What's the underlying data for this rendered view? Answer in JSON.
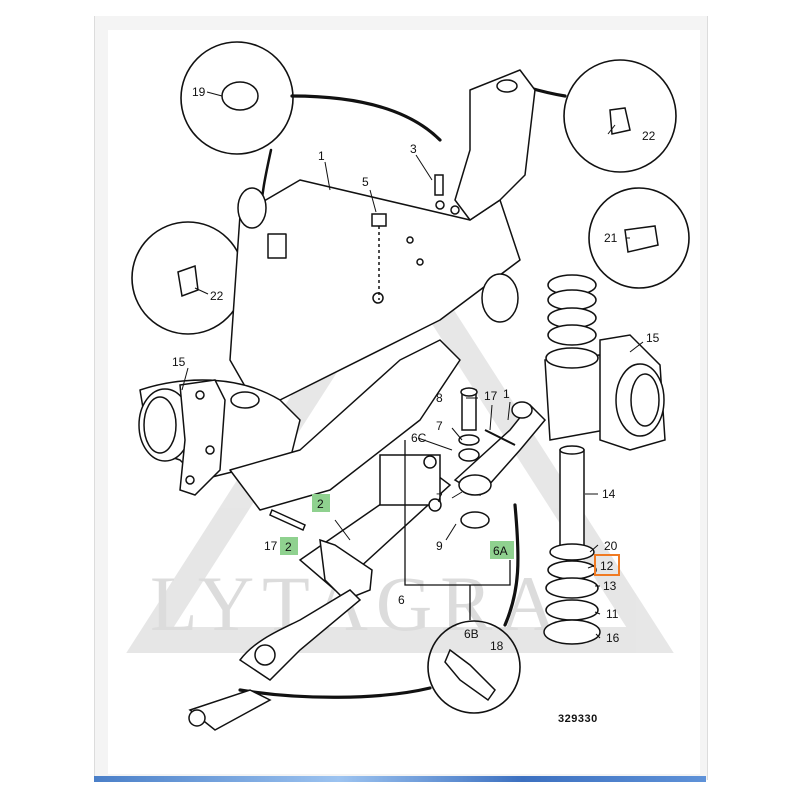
{
  "diagram": {
    "drawing_number": "329330",
    "watermark": "LYTAGRA",
    "callouts": [
      {
        "id": "c19",
        "text": "19"
      },
      {
        "id": "c22a",
        "text": "22"
      },
      {
        "id": "c1a",
        "text": "1"
      },
      {
        "id": "c3",
        "text": "3"
      },
      {
        "id": "c5",
        "text": "5"
      },
      {
        "id": "c21",
        "text": "21"
      },
      {
        "id": "c22b",
        "text": "22"
      },
      {
        "id": "c15a",
        "text": "15"
      },
      {
        "id": "c15b",
        "text": "15"
      },
      {
        "id": "c8",
        "text": "8"
      },
      {
        "id": "c17a",
        "text": "17"
      },
      {
        "id": "c1b",
        "text": "1"
      },
      {
        "id": "c7a",
        "text": "7"
      },
      {
        "id": "c6c",
        "text": "6C"
      },
      {
        "id": "c7b",
        "text": "7"
      },
      {
        "id": "c9",
        "text": "9"
      },
      {
        "id": "c6",
        "text": "6"
      },
      {
        "id": "c14",
        "text": "14"
      },
      {
        "id": "c20",
        "text": "20"
      },
      {
        "id": "c13",
        "text": "13"
      },
      {
        "id": "c11",
        "text": "11"
      },
      {
        "id": "c16",
        "text": "16"
      },
      {
        "id": "c6b",
        "text": "6B"
      },
      {
        "id": "c18",
        "text": "18"
      },
      {
        "id": "c17b",
        "text": "17"
      }
    ],
    "highlighted": [
      {
        "id": "h2a",
        "text": "2",
        "style": "green"
      },
      {
        "id": "h2b",
        "text": "2",
        "style": "green"
      },
      {
        "id": "h6a",
        "text": "6A",
        "style": "green"
      },
      {
        "id": "h12",
        "text": "12",
        "style": "orange-outline"
      }
    ],
    "colors": {
      "green_highlight": "#8fd18f",
      "orange_outline": "#f07a22",
      "line": "#111111"
    }
  }
}
